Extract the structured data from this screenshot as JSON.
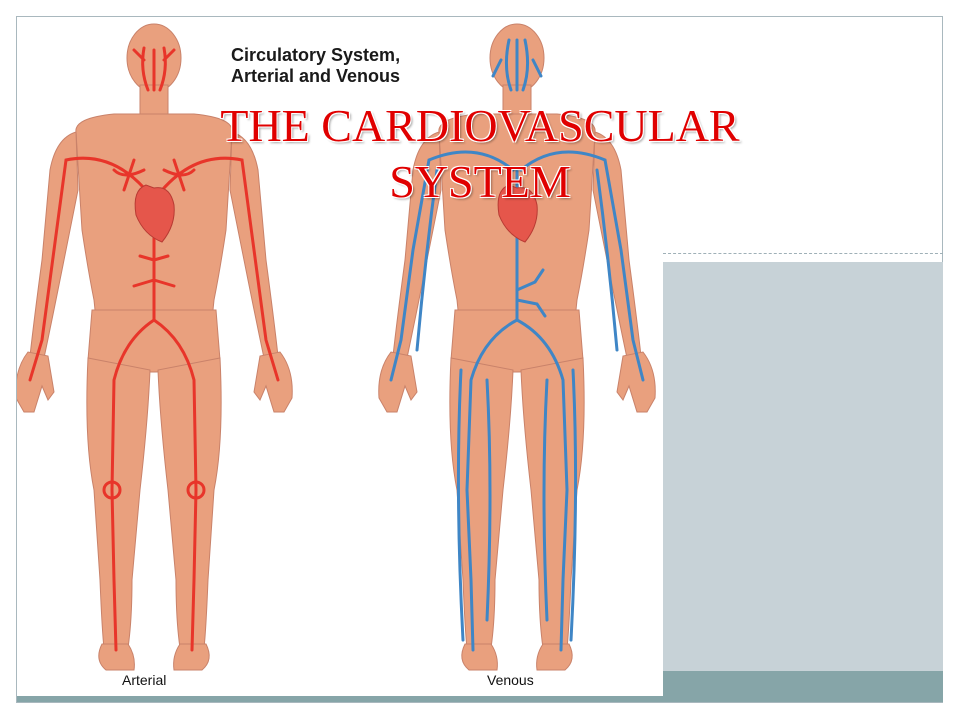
{
  "slide": {
    "title_line1": "THE CARDIOVASCULAR",
    "title_line2": "SYSTEM"
  },
  "figure": {
    "title_line1": "Circulatory System,",
    "title_line2": "Arterial and Venous",
    "caption_left": "Arterial",
    "caption_right": "Venous"
  },
  "colors": {
    "title": "#e00000",
    "skin": "#e9a07e",
    "artery": "#e8352a",
    "vein": "#3f86c6",
    "heart": "#e5564b",
    "side_panel": "#c7d2d7",
    "bottom_band": "#86a5a8"
  }
}
